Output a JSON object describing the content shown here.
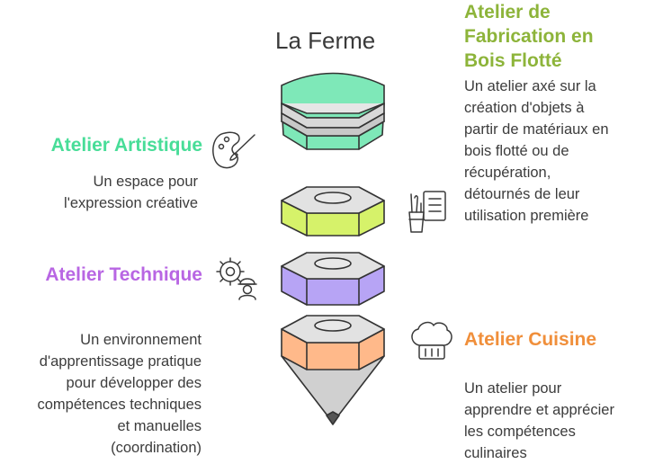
{
  "title": "La Ferme",
  "colors": {
    "fabrication": "#8db43a",
    "artistique": "#48dd98",
    "technique": "#b866e3",
    "cuisine": "#f08f3b",
    "layer_green": "#7ee8b8",
    "layer_lime": "#d6f26a",
    "layer_purple": "#b7a4f5",
    "layer_orange": "#ffb98a",
    "cone": "#d0d0d0",
    "outline": "#333333"
  },
  "sections": {
    "fabrication": {
      "heading_lines": [
        "Atelier de",
        "Fabrication en",
        "Bois Flotté"
      ],
      "description_lines": [
        "Un atelier axé sur la",
        "création d'objets à",
        "partir de matériaux en",
        "bois flotté ou de",
        "récupération,",
        "détournés de leur",
        "utilisation première"
      ],
      "icon": "driftwood-tools-document-icon"
    },
    "artistique": {
      "heading_lines": [
        "Atelier Artistique"
      ],
      "description_lines": [
        "Un espace pour",
        "l'expression créative"
      ],
      "icon": "palette-brush-icon"
    },
    "technique": {
      "heading_lines": [
        "Atelier Technique"
      ],
      "description_lines": [
        "Un environnement",
        "d'apprentissage pratique",
        "pour développer des",
        "compétences techniques",
        "et manuelles",
        "(coordination)"
      ],
      "icon": "gear-worker-icon"
    },
    "cuisine": {
      "heading_lines": [
        "Atelier Cuisine"
      ],
      "description_lines": [
        "Un atelier pour",
        "apprendre et apprécier",
        "les compétences",
        "culinaires"
      ],
      "icon": "chef-hat-icon"
    }
  }
}
